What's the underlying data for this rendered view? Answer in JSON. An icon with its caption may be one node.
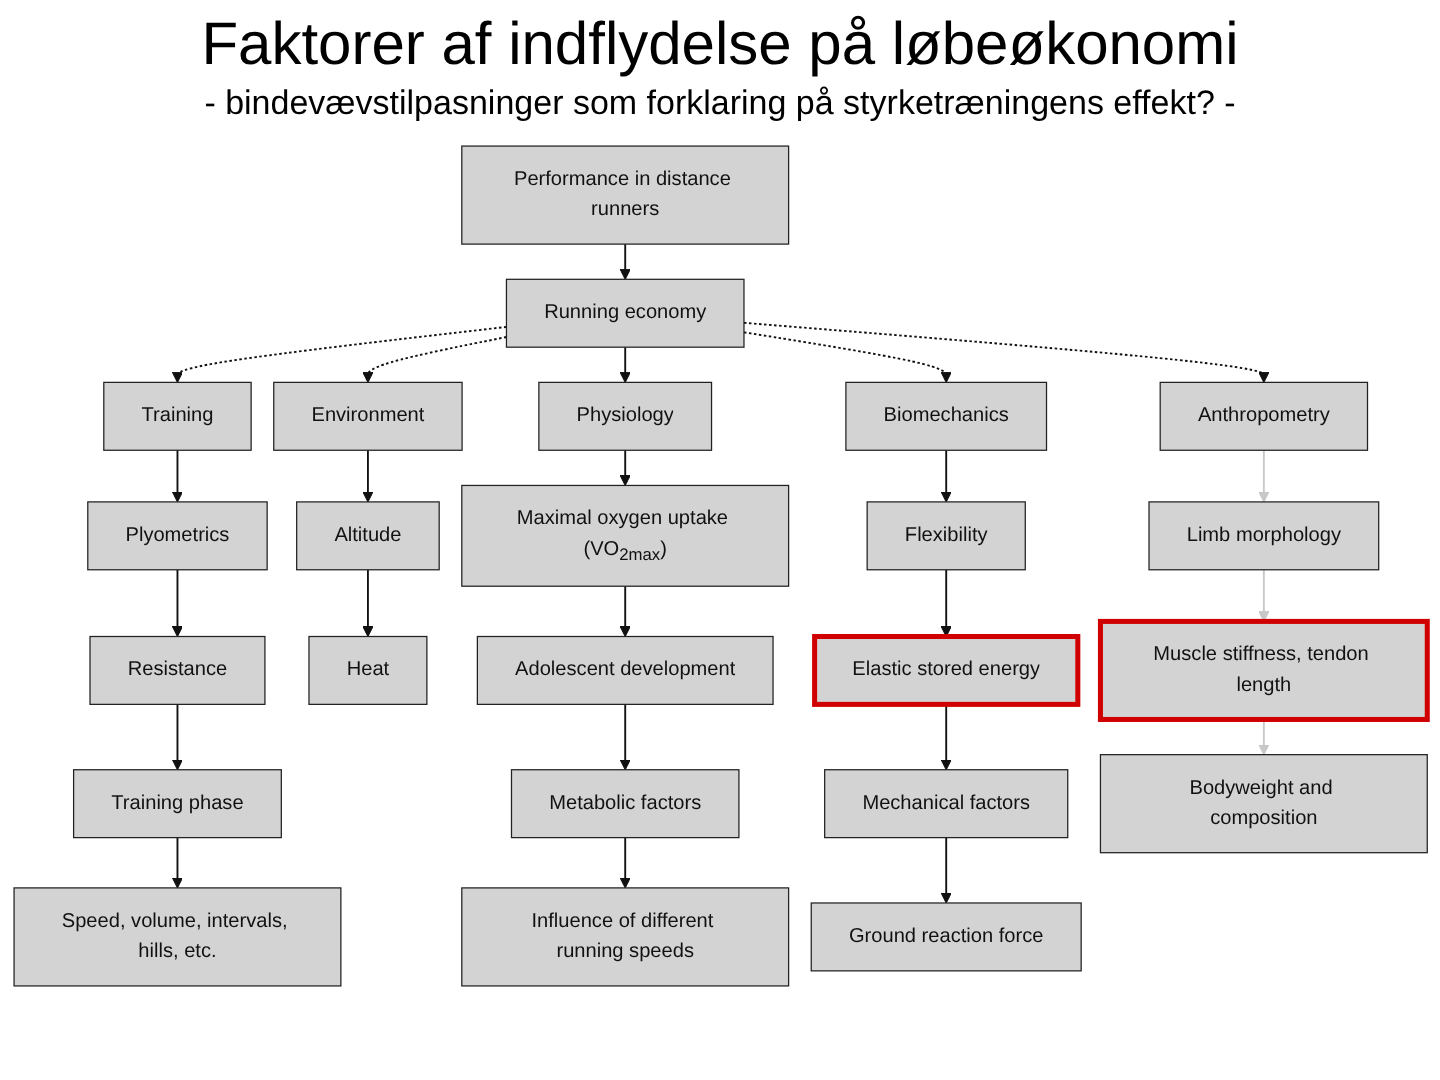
{
  "diagram": {
    "title": "Faktorer af indflydelse på løbeøkonomi",
    "nodes": [
      {
        "text": [
          "Performance in distance runners"
        ]
      },
      {
        "text": [
          "Running economy"
        ]
      },
      {
        "text": [
          "Training"
        ]
      },
      {
        "text": [
          "Environment"
        ]
      },
      {
        "text": [
          "Physiology"
        ]
      },
      {
        "text": [
          "Biomechanics"
        ]
      },
      {
        "text": [
          "Anthropometry"
        ]
      },
      {
        "text": [
          "Plyometrics"
        ]
      },
      {
        "text": [
          "Altitude"
        ]
      },
      {
        "text": [
          "Maximal oxygen uptake (VO$_{2max}$)"
        ]
      },
      {
        "text": [
          "Flexibility"
        ]
      },
      {
        "text": [
          "Limb morphology"
        ]
      },
      {
        "text": [
          "Resistance"
        ]
      },
      {
        "text": [
          "Heat"
        ]
      },
      {
        "text": [
          "Adolescent development"
        ]
      },
      {
        "text": [
          "Elastic stored energy"
        ]
      },
      {
        "text": [
          "Muscle stiffness, tendon length"
        ]
      },
      {
        "text": [
          "Training phase"
        ]
      },
      {
        "text": [
          "Metabolic factors"
        ]
      },
      {
        "text": [
          "Mechanical factors"
        ]
      },
      {
        "text": [
          "Bodyweight and composition"
        ]
      },
      {
        "text": [
          "Speed, volume, intervals, hills, etc."
        ]
      },
      {
        "text": [
          "Influence of different running speeds"
        ]
      },
      {
        "text": [
          "Ground reaction force"
        ]
      }
    ],
    "edges": [
      {
        "from": 0,
        "to": 1,
        "arrow": "to"
      },
      {
        "from": 1,
        "to": 2,
        "arrow": "to",
        "style": "dashed"
      },
      {
        "from": 1,
        "to": 3,
        "arrow": "to",
        "style": "dashed"
      },
      {
        "from": 1,
        "to": 4,
        "arrow": "to"
      },
      {
        "from": 1,
        "to": 5,
        "arrow": "to",
        "style": "dashed"
      },
      {
        "from": 1,
        "to": 6,
        "arrow": "to",
        "style": "dashed"
      },
      {
        "from": 2,
        "to": 7,
        "arrow": "to"
      },
      {
        "from": 7,
        "to": 12,
        "arrow": "to"
      },
      {
        "from": 12,
        "to": 17,
        "arrow": "to"
      },
      {
        "from": 17,
        "to": 21,
        "arrow": "to"
      },
      {
        "from": 3,
        "to": 8,
        "arrow": "to"
      },
      {
        "from": 8,
        "to": 13,
        "arrow": "to"
      },
      {
        "from": 4,
        "to": 9,
        "arrow": "to"
      },
      {
        "from": 9,
        "to": 14,
        "arrow": "to"
      },
      {
        "from": 14,
        "to": 18,
        "arrow": "to"
      },
      {
        "from": 18,
        "to": 22,
        "arrow": "to"
      },
      {
        "from": 5,
        "to": 10,
        "arrow": "to"
      },
      {
        "from": 10,
        "to": 15,
        "arrow": "to"
      },
      {
        "from": 15,
        "to": 19,
        "arrow": "to"
      },
      {
        "from": 19,
        "to": 23,
        "arrow": "to"
      },
      {
        "from": 6,
        "to": 11,
        "arrow": "to",
        "color": "#c8c8c8"
      },
      {
        "from": 11,
        "to": 16,
        "arrow": "to",
        "color": "#c8c8c8"
      },
      {
        "from": 16,
        "to": 20,
        "arrow": "to",
        "color": "#c8c8c8"
      }
    ],
    "labels": [
      "- bindevævstilpasninger som forklaring på styrketræningens effekt? -"
    ]
  }
}
